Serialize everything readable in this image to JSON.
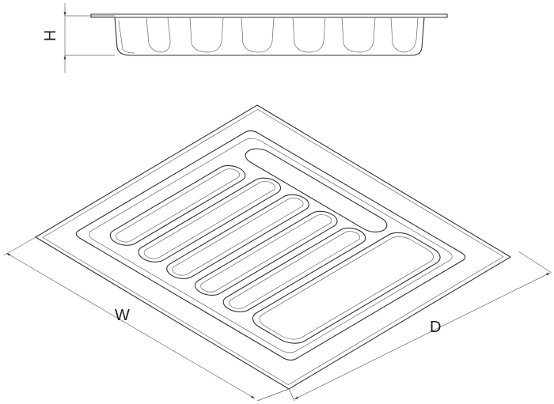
{
  "dimensions": {
    "height_label": "H",
    "width_label": "W",
    "depth_label": "D"
  },
  "colors": {
    "line": "#333333",
    "background": "#ffffff"
  }
}
